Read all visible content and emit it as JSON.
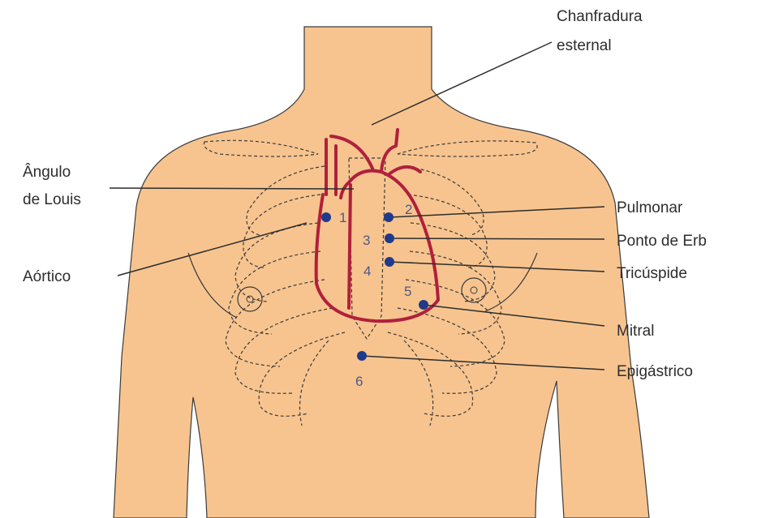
{
  "colors": {
    "skin": "#f7c48f",
    "outline": "#3a3a3a",
    "heart": "#b0203c",
    "point": "#1f3a8a",
    "number": "#4a5a88",
    "label": "#2d2d2d"
  },
  "labels": {
    "chanfradura_line1": "Chanfradura",
    "chanfradura_line2": "esternal",
    "angulo_line1": "Ângulo",
    "angulo_line2": "de Louis",
    "aortico": "Aórtico",
    "pulmonar": "Pulmonar",
    "erb": "Ponto de Erb",
    "tricuspide": "Tricúspide",
    "mitral": "Mitral",
    "epigastrico": "Epigástrico"
  },
  "points": [
    {
      "number": "1",
      "name": "Aórtico"
    },
    {
      "number": "2",
      "name": "Pulmonar"
    },
    {
      "number": "3",
      "name": "Ponto de Erb"
    },
    {
      "number": "4",
      "name": "Tricúspide"
    },
    {
      "number": "5",
      "name": "Mitral"
    },
    {
      "number": "6",
      "name": "Epigástrico"
    }
  ]
}
